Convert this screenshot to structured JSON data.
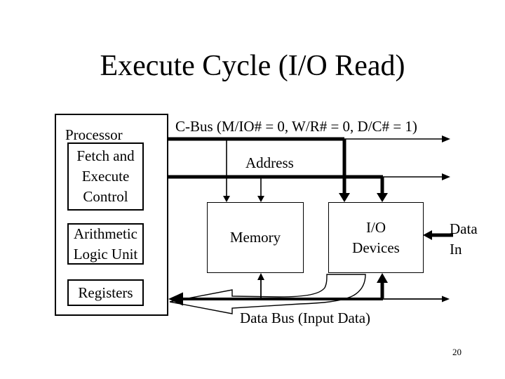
{
  "title": "Execute Cycle (I/O Read)",
  "page_number": "20",
  "colors": {
    "ink": "#000000",
    "background": "#ffffff"
  },
  "processor": {
    "label": "Processor",
    "fetch_execute": {
      "line1": "Fetch and",
      "line2": "Execute",
      "line3": "Control"
    },
    "alu": {
      "line1": "Arithmetic",
      "line2": "Logic Unit"
    },
    "registers": {
      "label": "Registers"
    }
  },
  "memory": {
    "label": "Memory"
  },
  "io_devices": {
    "line1": "I/O",
    "line2": "Devices"
  },
  "data_in": {
    "line1": "Data",
    "line2": "In"
  },
  "buses": {
    "c_bus_label": "C-Bus (M/IO# = 0, W/R# = 0, D/C# = 1)",
    "address_label": "Address",
    "data_bus_label": "Data Bus (Input Data)"
  }
}
